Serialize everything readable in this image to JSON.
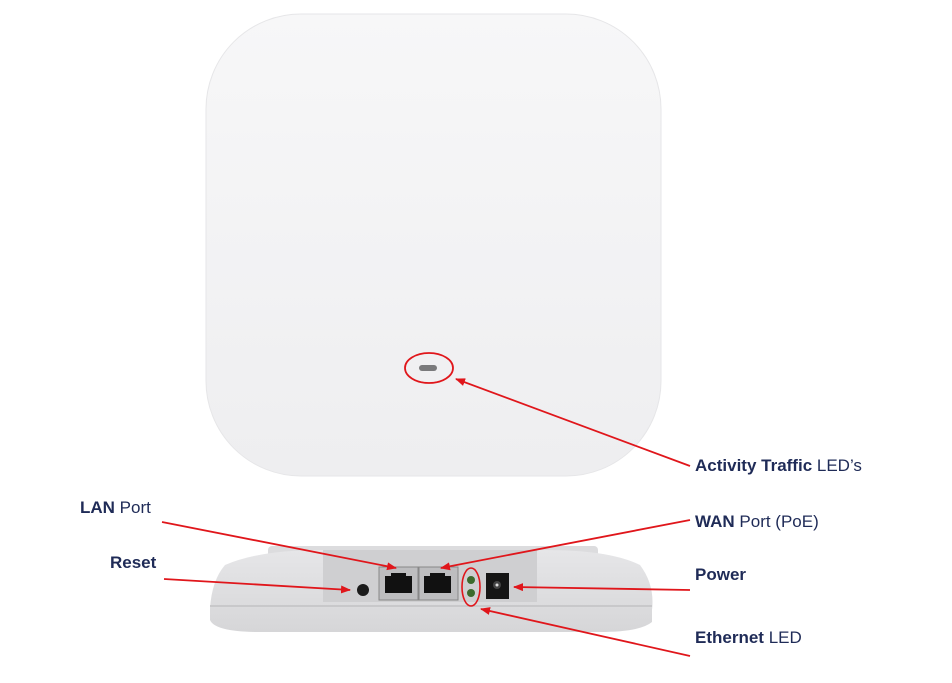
{
  "labels": {
    "activity": {
      "bold": "Activity Traffic",
      "rest": " LED’s"
    },
    "lan": {
      "bold": "LAN",
      "rest": " Port"
    },
    "reset": {
      "bold": "Reset",
      "rest": ""
    },
    "wan": {
      "bold": "WAN",
      "rest": " Port (PoE)"
    },
    "power": {
      "bold": "Power",
      "rest": ""
    },
    "ethernet": {
      "bold": "Ethernet",
      "rest": " LED"
    }
  },
  "colors": {
    "arrow": "#e0161b",
    "text": "#1f2b57"
  }
}
